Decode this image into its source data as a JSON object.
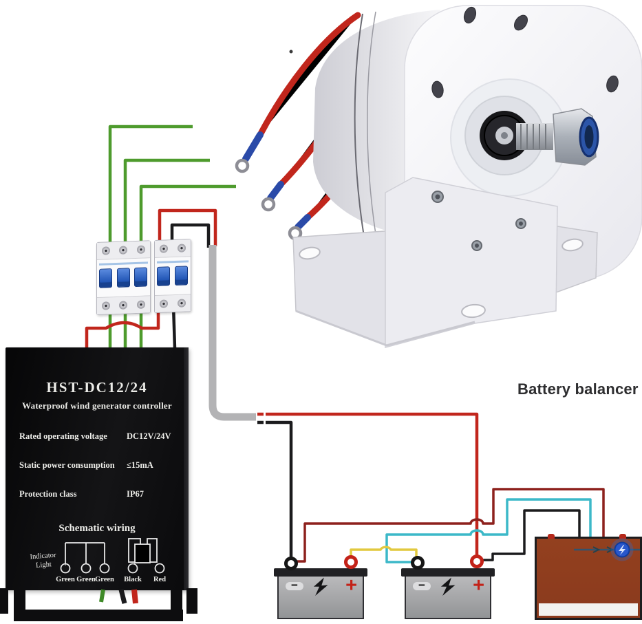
{
  "labels": {
    "battery_balancer": "Battery balancer"
  },
  "controller": {
    "model": "HST-DC12/24",
    "subtitle": "Waterproof wind generator controller",
    "specs": [
      {
        "label": "Rated operating voltage",
        "value": "DC12V/24V"
      },
      {
        "label": "Static power consumption",
        "value": "≤15mA"
      },
      {
        "label": "Protection class",
        "value": "IP67"
      }
    ],
    "schematic_title": "Schematic wiring",
    "indicator_label": "Indicator Light",
    "terminals": [
      "Green",
      "Green",
      "Green",
      "Black",
      "Red"
    ]
  },
  "battery": {
    "minus_symbol": "−",
    "plus_symbol": "+"
  },
  "icons": {
    "battery": "lightning-bolt",
    "balancer_badge": "lightning-badge"
  },
  "colors": {
    "wire_green": "#4e9b2d",
    "wire_red": "#c1261c",
    "wire_dark_red": "#8d211d",
    "wire_black": "#1b1b1d",
    "wire_cyan": "#3cb8c8",
    "wire_yellow": "#e2c93f",
    "cable_gray": "#b3b3b5",
    "battery_top": "#212124",
    "battery_plus": "#c32218",
    "balancer_body": "#8e3c1f",
    "balancer_badge": "#2857cc",
    "breaker_toggle": "#2256b6",
    "motor_white": "#f4f4f7"
  }
}
